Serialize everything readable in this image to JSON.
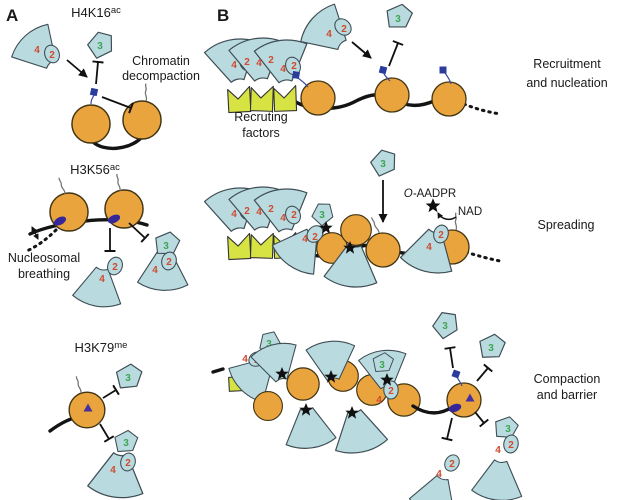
{
  "colors": {
    "fan_fill": "#b9dbe0",
    "fan_stroke": "#3f4e55",
    "nucleosome_fill": "#e9a43e",
    "nucleosome_stroke": "#413414",
    "factor_fill": "#d7e243",
    "dna": "#141414",
    "mark_square": "#2c3c9c",
    "mark_oval": "#35279a",
    "mark_triangle": "#4630a0",
    "sir42_color": "#cf4a2e",
    "sir3_color": "#3ea552",
    "text": "#1a1a1a"
  },
  "labels": {
    "sir2": "2",
    "sir3": "3",
    "sir4": "4"
  },
  "panel_a": {
    "letter": "A",
    "h4k16": {
      "title_base": "H4K16",
      "title_sup": "ac",
      "caption_line1": "Chromatin",
      "caption_line2": "decompaction"
    },
    "h3k56": {
      "title_base": "H3K56",
      "title_sup": "ac",
      "caption_line1": "Nucleosomal",
      "caption_line2": "breathing"
    },
    "h3k79": {
      "title_base": "H3K79",
      "title_sup": "me"
    }
  },
  "panel_b": {
    "letter": "B",
    "row1": {
      "label_line1": "Recruitment",
      "label_line2": "and nucleation",
      "factors_line1": "Recruting",
      "factors_line2": "factors"
    },
    "row2": {
      "label": "Spreading",
      "oaadpr_prefix": "O-",
      "oaadpr_rest": "AADPR",
      "nad": "NAD"
    },
    "row3": {
      "label_line1": "Compaction",
      "label_line2": "and barrier"
    }
  }
}
